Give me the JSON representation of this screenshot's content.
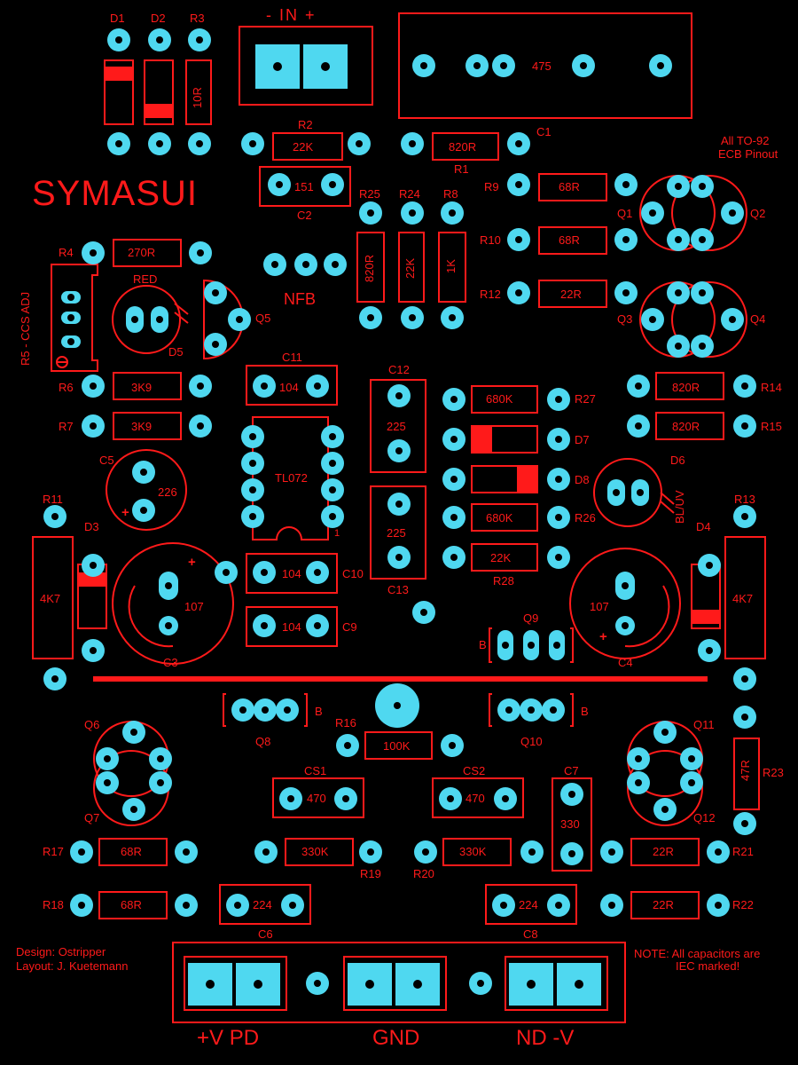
{
  "title": "SYMASUI",
  "credits": {
    "design": "Design: Ostripper",
    "layout": "Layout: J. Kuetemann"
  },
  "notes": {
    "to92": "All TO-92",
    "pinout": "ECB Pinout",
    "caps1": "NOTE: All capacitors are",
    "caps2": "IEC marked!"
  },
  "input": {
    "label": "-  IN  +"
  },
  "pot": {
    "value": "475"
  },
  "nfb": "NFB",
  "ccs": "R5 - CCS ADJ",
  "power": {
    "vp": "+V  PD",
    "gnd": "GND",
    "vn": "ND  -V"
  },
  "ic": {
    "name": "TL072",
    "pin1": "1"
  },
  "refs": {
    "D1": "D1",
    "D2": "D2",
    "D3": "D3",
    "D4": "D4",
    "D5": "D5",
    "D6": "D6",
    "D7": "D7",
    "D8": "D8",
    "R1": "R1",
    "R2": "R2",
    "R3": "R3",
    "R4": "R4",
    "R6": "R6",
    "R7": "R7",
    "R8": "R8",
    "R9": "R9",
    "R10": "R10",
    "R11": "R11",
    "R12": "R12",
    "R13": "R13",
    "R14": "R14",
    "R15": "R15",
    "R16": "R16",
    "R17": "R17",
    "R18": "R18",
    "R19": "R19",
    "R20": "R20",
    "R21": "R21",
    "R22": "R22",
    "R23": "R23",
    "R24": "R24",
    "R25": "R25",
    "R26": "R26",
    "R27": "R27",
    "R28": "R28",
    "C1": "C1",
    "C2": "C2",
    "C3": "C3",
    "C4": "C4",
    "C5": "C5",
    "C6": "C6",
    "C7": "C7",
    "C8": "C8",
    "C9": "C9",
    "C10": "C10",
    "C11": "C11",
    "C12": "C12",
    "C13": "C13",
    "CS1": "CS1",
    "CS2": "CS2",
    "Q1": "Q1",
    "Q2": "Q2",
    "Q3": "Q3",
    "Q4": "Q4",
    "Q5": "Q5",
    "Q6": "Q6",
    "Q7": "Q7",
    "Q8": "Q8",
    "Q9": "Q9",
    "Q10": "Q10",
    "Q11": "Q11",
    "Q12": "Q12",
    "B": "B",
    "RED": "RED",
    "BLUV": "BL/UV"
  },
  "values": {
    "R3": "10R",
    "R2": "22K",
    "R1": "820R",
    "C2": "151",
    "R25": "820R",
    "R24": "22K",
    "R8": "1K",
    "R9": "68R",
    "R10": "68R",
    "R12": "22R",
    "R4": "270R",
    "R6": "3K9",
    "R7": "3K9",
    "C11": "104",
    "C12": "225",
    "C13": "225",
    "R27": "680K",
    "R26": "680K",
    "R28": "22K",
    "R14": "820R",
    "R15": "820R",
    "C5": "226",
    "C3": "107",
    "C4": "107",
    "R11": "4K7",
    "R13": "4K7",
    "C10": "104",
    "C9": "104",
    "R16": "100K",
    "CS1": "470",
    "CS2": "470",
    "C7": "330",
    "R23": "47R",
    "R17": "68R",
    "R18": "68R",
    "R19": "330K",
    "R20": "330K",
    "R21": "22R",
    "R22": "22R",
    "C6": "224",
    "C8": "224"
  },
  "colors": {
    "pad": "#4fd8f0",
    "silk": "#ff1a1a",
    "background": "#000000"
  }
}
